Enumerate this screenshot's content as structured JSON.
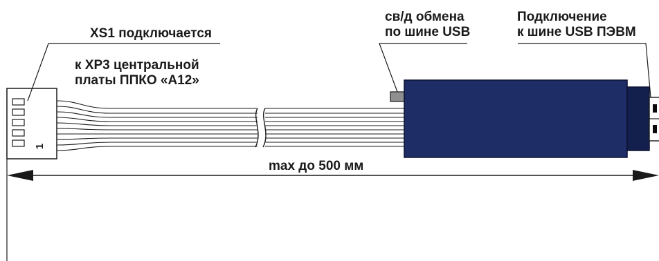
{
  "labels": {
    "xs1_line1": "XS1 подключается",
    "xs1_line2": "к ХР3 центральной",
    "xs1_line3": "платы ППКО «А12»",
    "led_line1": "св/д обмена",
    "led_line2": "по шине USB",
    "pc_line1": "Подключение",
    "pc_line2": "к шине USB ПЭВМ",
    "pin_number": "1",
    "dimension": "max до 500 мм"
  },
  "colors": {
    "adapter_body": "#1e2d66",
    "adapter_cap": "#13204d",
    "led": "#8f8f8f",
    "ink": "#1a1a1a",
    "usb_contact": "#0a0a0a"
  },
  "icons": {
    "connector": "xs1-connector-icon",
    "led": "led-indicator-icon",
    "usb_plug": "usb-plug-icon"
  }
}
